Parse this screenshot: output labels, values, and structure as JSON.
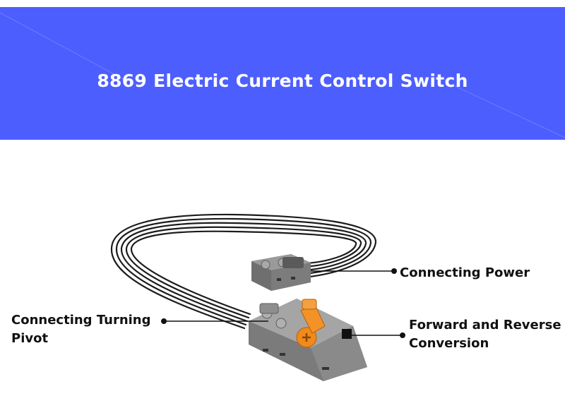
{
  "banner": {
    "title": "8869 Electric Current Control Switch",
    "background_color": "#4d5eff"
  },
  "callouts": {
    "connecting_power": "Connecting Power",
    "connecting_pivot_line1": "Connecting Turning",
    "connecting_pivot_line2": "Pivot",
    "forward_line1": "Forward and Reverse",
    "forward_line2": "Conversion"
  },
  "product": {
    "body_color": "#8c8c8c",
    "lever_color": "#f08a1c",
    "cable_color": "#1c1c1c"
  }
}
